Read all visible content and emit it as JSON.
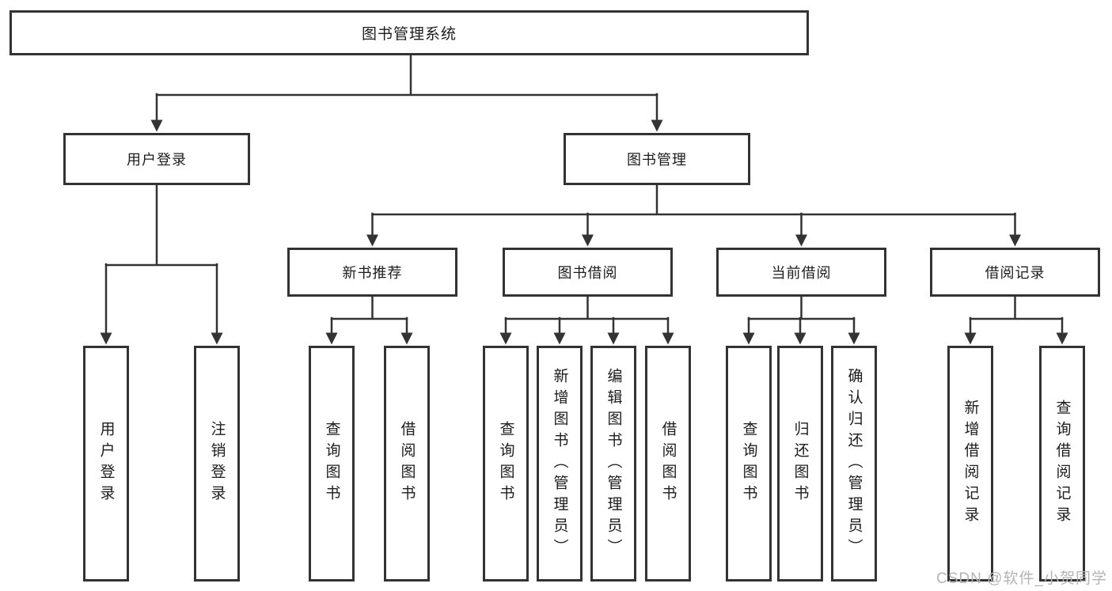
{
  "tree": {
    "root": {
      "label": "图书管理系统"
    },
    "children": [
      {
        "label": "用户登录",
        "children": [
          {
            "label": "用户登录"
          },
          {
            "label": "注销登录"
          }
        ]
      },
      {
        "label": "图书管理",
        "children": [
          {
            "label": "新书推荐",
            "children": [
              {
                "label": "查询图书"
              },
              {
                "label": "借阅图书"
              }
            ]
          },
          {
            "label": "图书借阅",
            "children": [
              {
                "label": "查询图书"
              },
              {
                "label": "新增图书（管理员）"
              },
              {
                "label": "编辑图书（管理员）"
              },
              {
                "label": "借阅图书"
              }
            ]
          },
          {
            "label": "当前借阅",
            "children": [
              {
                "label": "查询图书"
              },
              {
                "label": "归还图书"
              },
              {
                "label": "确认归还（管理员）"
              }
            ]
          },
          {
            "label": "借阅记录",
            "children": [
              {
                "label": "新增借阅记录"
              },
              {
                "label": "查询借阅记录"
              }
            ]
          }
        ]
      }
    ]
  },
  "watermark": {
    "text": "CSDN @软件_小贺同学"
  },
  "colors": {
    "line": "#333333",
    "box_border": "#333333",
    "text": "#1c1c1c",
    "watermark": "#b4b4b4",
    "background": "#ffffff"
  }
}
